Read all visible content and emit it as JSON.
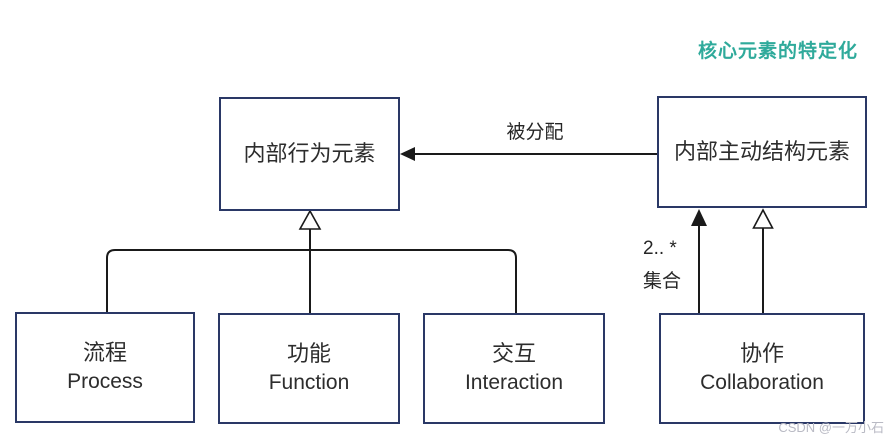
{
  "title": "核心元素的特定化",
  "nodes": {
    "behavior": {
      "label": "内部行为元素"
    },
    "active_structure": {
      "label": "内部主动结构元素"
    },
    "process": {
      "zh": "流程",
      "en": "Process"
    },
    "function": {
      "zh": "功能",
      "en": "Function"
    },
    "interaction": {
      "zh": "交互",
      "en": "Interaction"
    },
    "collaboration": {
      "zh": "协作",
      "en": "Collaboration"
    }
  },
  "edge_labels": {
    "assignment": "被分配",
    "multiplicity": "2.. *",
    "aggregation": "集合"
  },
  "watermark": "CSDN @一万小石",
  "colors": {
    "accent_title": "#2FAA9B",
    "box_border": "#2A3866",
    "connector": "#1A1A1A",
    "watermark": "#B9BAC4"
  }
}
